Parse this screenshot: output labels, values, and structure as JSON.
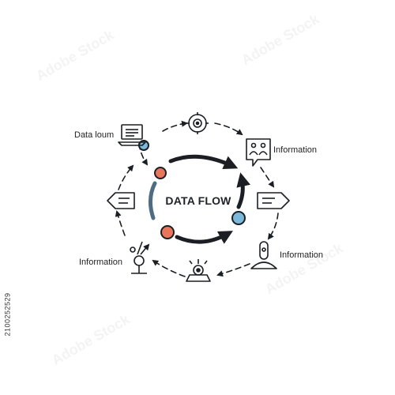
{
  "diagram": {
    "center_label": "DATA FLOW",
    "labels": {
      "top_left": "Data loum",
      "top_right": "Information",
      "bottom_right": "Information",
      "bottom_left": "Information"
    },
    "stock_id": "2100252529",
    "watermark": "Adobe Stock",
    "colors": {
      "stroke": "#1b1f24",
      "orange": "#e8765a",
      "blue": "#7cb8dc",
      "arc_blue": "#4e6d82"
    },
    "icons": [
      "laptop-icon",
      "target-globe-icon",
      "image-document-icon",
      "tag-right-icon",
      "keyhole-person-icon",
      "gear-hub-icon",
      "network-person-icon",
      "tag-left-icon"
    ]
  }
}
